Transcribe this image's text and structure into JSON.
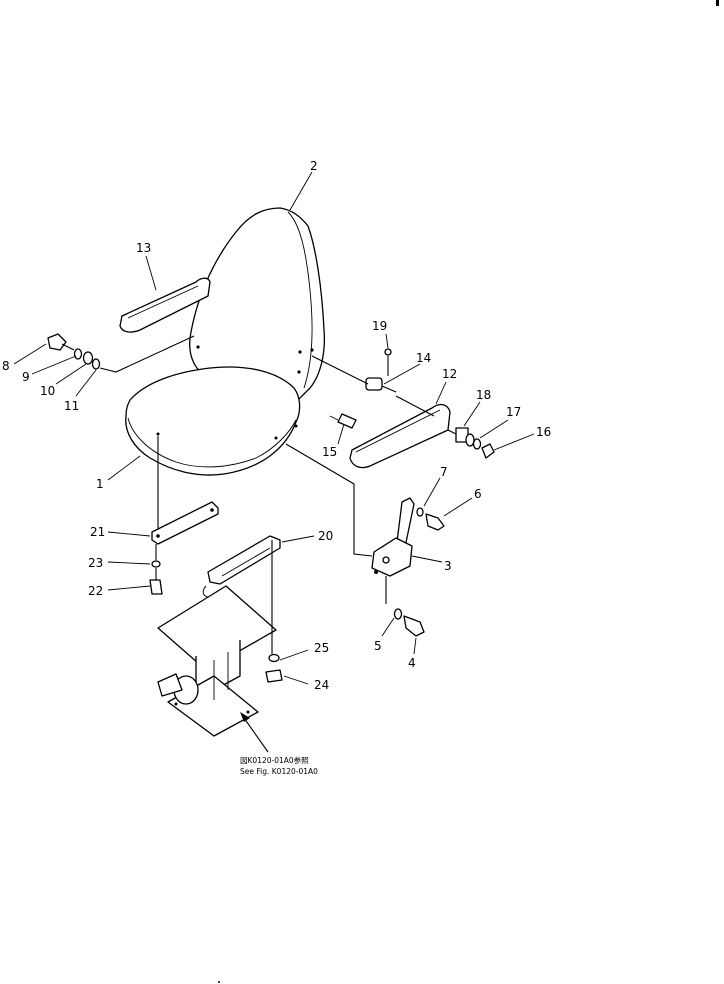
{
  "diagram": {
    "callouts": [
      "1",
      "2",
      "3",
      "4",
      "5",
      "6",
      "7",
      "8",
      "9",
      "10",
      "11",
      "12",
      "13",
      "14",
      "15",
      "16",
      "17",
      "18",
      "19",
      "20",
      "21",
      "22",
      "23",
      "24",
      "25"
    ],
    "reference_line_1": "図K0120-01A0参照",
    "reference_line_2": "See Fig. K0120-01A0"
  }
}
